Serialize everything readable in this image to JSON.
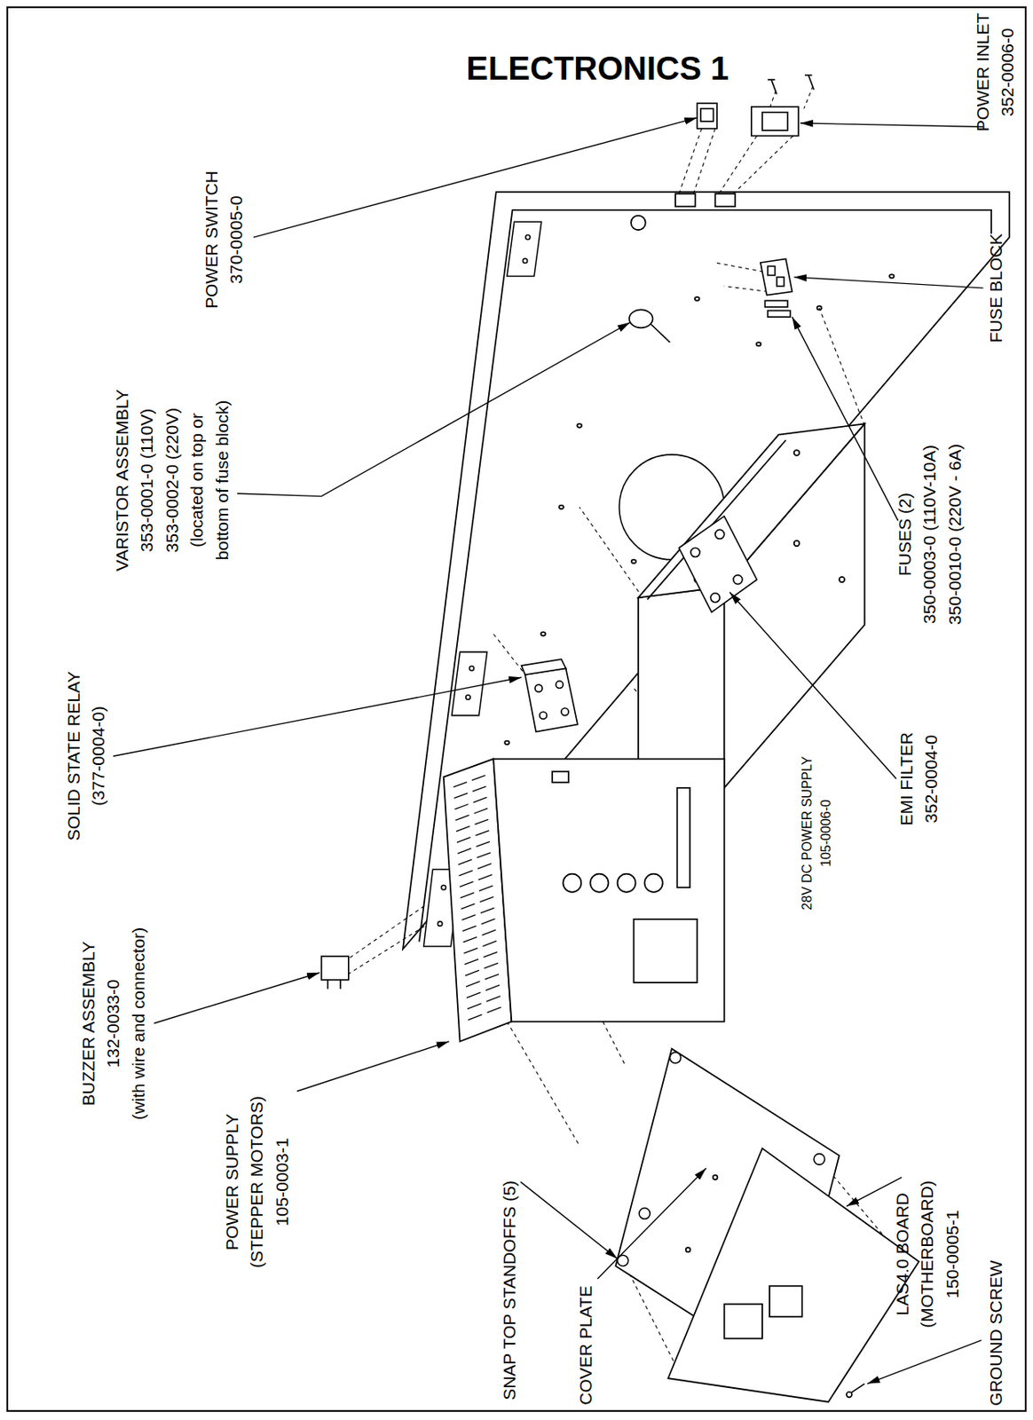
{
  "diagram": {
    "title": "ELECTRONICS 1",
    "labels": [
      "POWER SWITCH",
      "370-0005-0",
      "POWER INLET",
      "352-0006-0",
      "VARISTOR ASSEMBLY",
      "353-0001-0 (110V)",
      "353-0002-0 (220V)",
      "(located on top or",
      "bottom of fuse block)",
      "FUSE BLOCK",
      "SOLID STATE RELAY",
      "(377-0004-0)",
      "FUSES (2)",
      "350-0003-0 (110V-10A)",
      "350-0010-0 (220V - 6A)",
      "EMI FILTER",
      "352-0004-0",
      "28V DC POWER SUPPLY",
      "105-0006-0",
      "BUZZER ASSEMBLY",
      "132-0033-0",
      "(with wire and connector)",
      "POWER SUPPLY",
      "(STEPPER MOTORS)",
      "105-0003-1",
      "SNAP TOP STANDOFFS (5)",
      "COVER PLATE",
      "LAS4.0 BOARD",
      "(MOTHERBOARD)",
      "150-0005-1",
      "GROUND SCREW"
    ]
  }
}
